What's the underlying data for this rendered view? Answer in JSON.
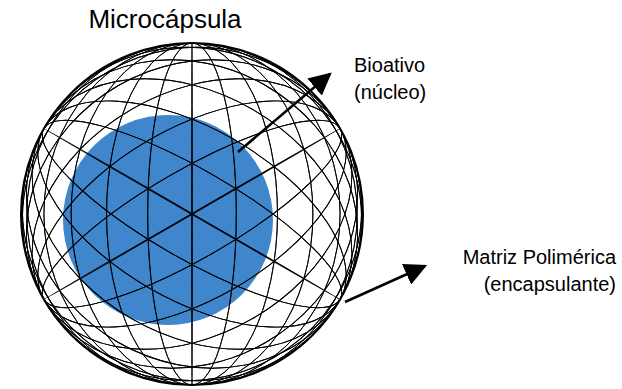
{
  "diagram": {
    "title": "Microcápsula",
    "labels": [
      "Bioativo (núcleo)",
      "Matriz Polimérica (encapsulante)"
    ]
  }
}
